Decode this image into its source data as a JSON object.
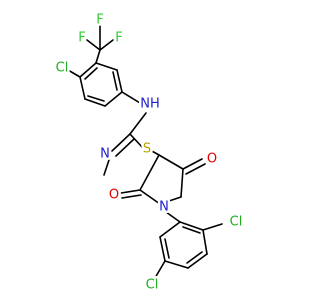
{
  "colors": {
    "bond": "#000000",
    "fluorine": "#33CC33",
    "chlorine": "#1FAE1F",
    "nitrogen": "#2020D0",
    "oxygen": "#E00000",
    "sulfur": "#B8A000",
    "background": "#FFFFFF"
  },
  "atoms": {
    "F_top": "F",
    "F_left": "F",
    "F_right": "F",
    "Cl_upper": "Cl",
    "NH": "NH",
    "S": "S",
    "N_imine": "N",
    "O_upper": "O",
    "N_ring": "N",
    "O_lower": "O",
    "Cl_right": "Cl",
    "Cl_bottom": "Cl"
  }
}
